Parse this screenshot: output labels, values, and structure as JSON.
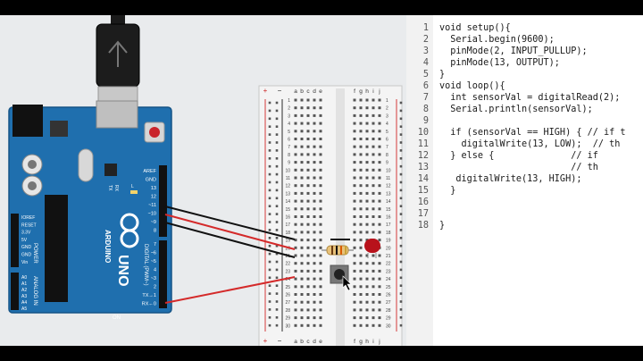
{
  "canvas": {
    "board": {
      "brand": "ARDUINO",
      "model": "UNO",
      "digital_label": "DIGITAL (PWM~)",
      "analog_label": "ANALOG IN",
      "power_label": "POWER",
      "on_label": "ON",
      "tx_label": "TX",
      "rx_label": "RX",
      "l_label": "L",
      "digital_pins": [
        "AREF",
        "GND",
        "13",
        "12",
        "~11",
        "~10",
        "~9",
        "8",
        "7",
        "~6",
        "~5",
        "4",
        "~3",
        "2",
        "TX→1",
        "RX←0"
      ],
      "power_pins": [
        "IOREF",
        "RESET",
        "3.3V",
        "5V",
        "GND",
        "GND",
        "Vin"
      ],
      "analog_pins": [
        "A0",
        "A1",
        "A2",
        "A3",
        "A4",
        "A5"
      ]
    },
    "breadboard": {
      "columns_left": [
        "a",
        "b",
        "c",
        "d",
        "e"
      ],
      "columns_right": [
        "f",
        "g",
        "h",
        "i",
        "j"
      ],
      "row_numbers": [
        "1",
        "2",
        "3",
        "4",
        "5",
        "6",
        "7",
        "8",
        "9",
        "10",
        "11",
        "12",
        "13",
        "14",
        "15",
        "16",
        "17",
        "18",
        "19",
        "20",
        "21",
        "22",
        "23",
        "24",
        "25",
        "26",
        "27",
        "28",
        "29",
        "30"
      ],
      "plus": "+",
      "minus": "−"
    },
    "colors": {
      "board": "#1f6fae",
      "wire_red": "#d42a2a",
      "wire_black": "#1a1a1a",
      "led": "#b8121b"
    }
  },
  "editor": {
    "lines": [
      {
        "n": "1",
        "text": "void setup(){"
      },
      {
        "n": "2",
        "text": "  Serial.begin(9600);"
      },
      {
        "n": "3",
        "text": "  pinMode(2, INPUT_PULLUP);"
      },
      {
        "n": "4",
        "text": "  pinMode(13, OUTPUT);"
      },
      {
        "n": "5",
        "text": "}"
      },
      {
        "n": "6",
        "text": "void loop(){"
      },
      {
        "n": "7",
        "text": "  int sensorVal = digitalRead(2);"
      },
      {
        "n": "8",
        "text": "  Serial.println(sensorVal);"
      },
      {
        "n": "9",
        "text": ""
      },
      {
        "n": "10",
        "text": "  if (sensorVal == HIGH) { // if t"
      },
      {
        "n": "11",
        "text": "    digitalWrite(13, LOW);  // th"
      },
      {
        "n": "12",
        "text": "  } else {              // if"
      },
      {
        "n": "13",
        "text": "                        // th"
      },
      {
        "n": "14",
        "text": "   digitalWrite(13, HIGH);"
      },
      {
        "n": "15",
        "text": "  }"
      },
      {
        "n": "16",
        "text": ""
      },
      {
        "n": "17",
        "text": ""
      },
      {
        "n": "18",
        "text": "}"
      }
    ]
  }
}
